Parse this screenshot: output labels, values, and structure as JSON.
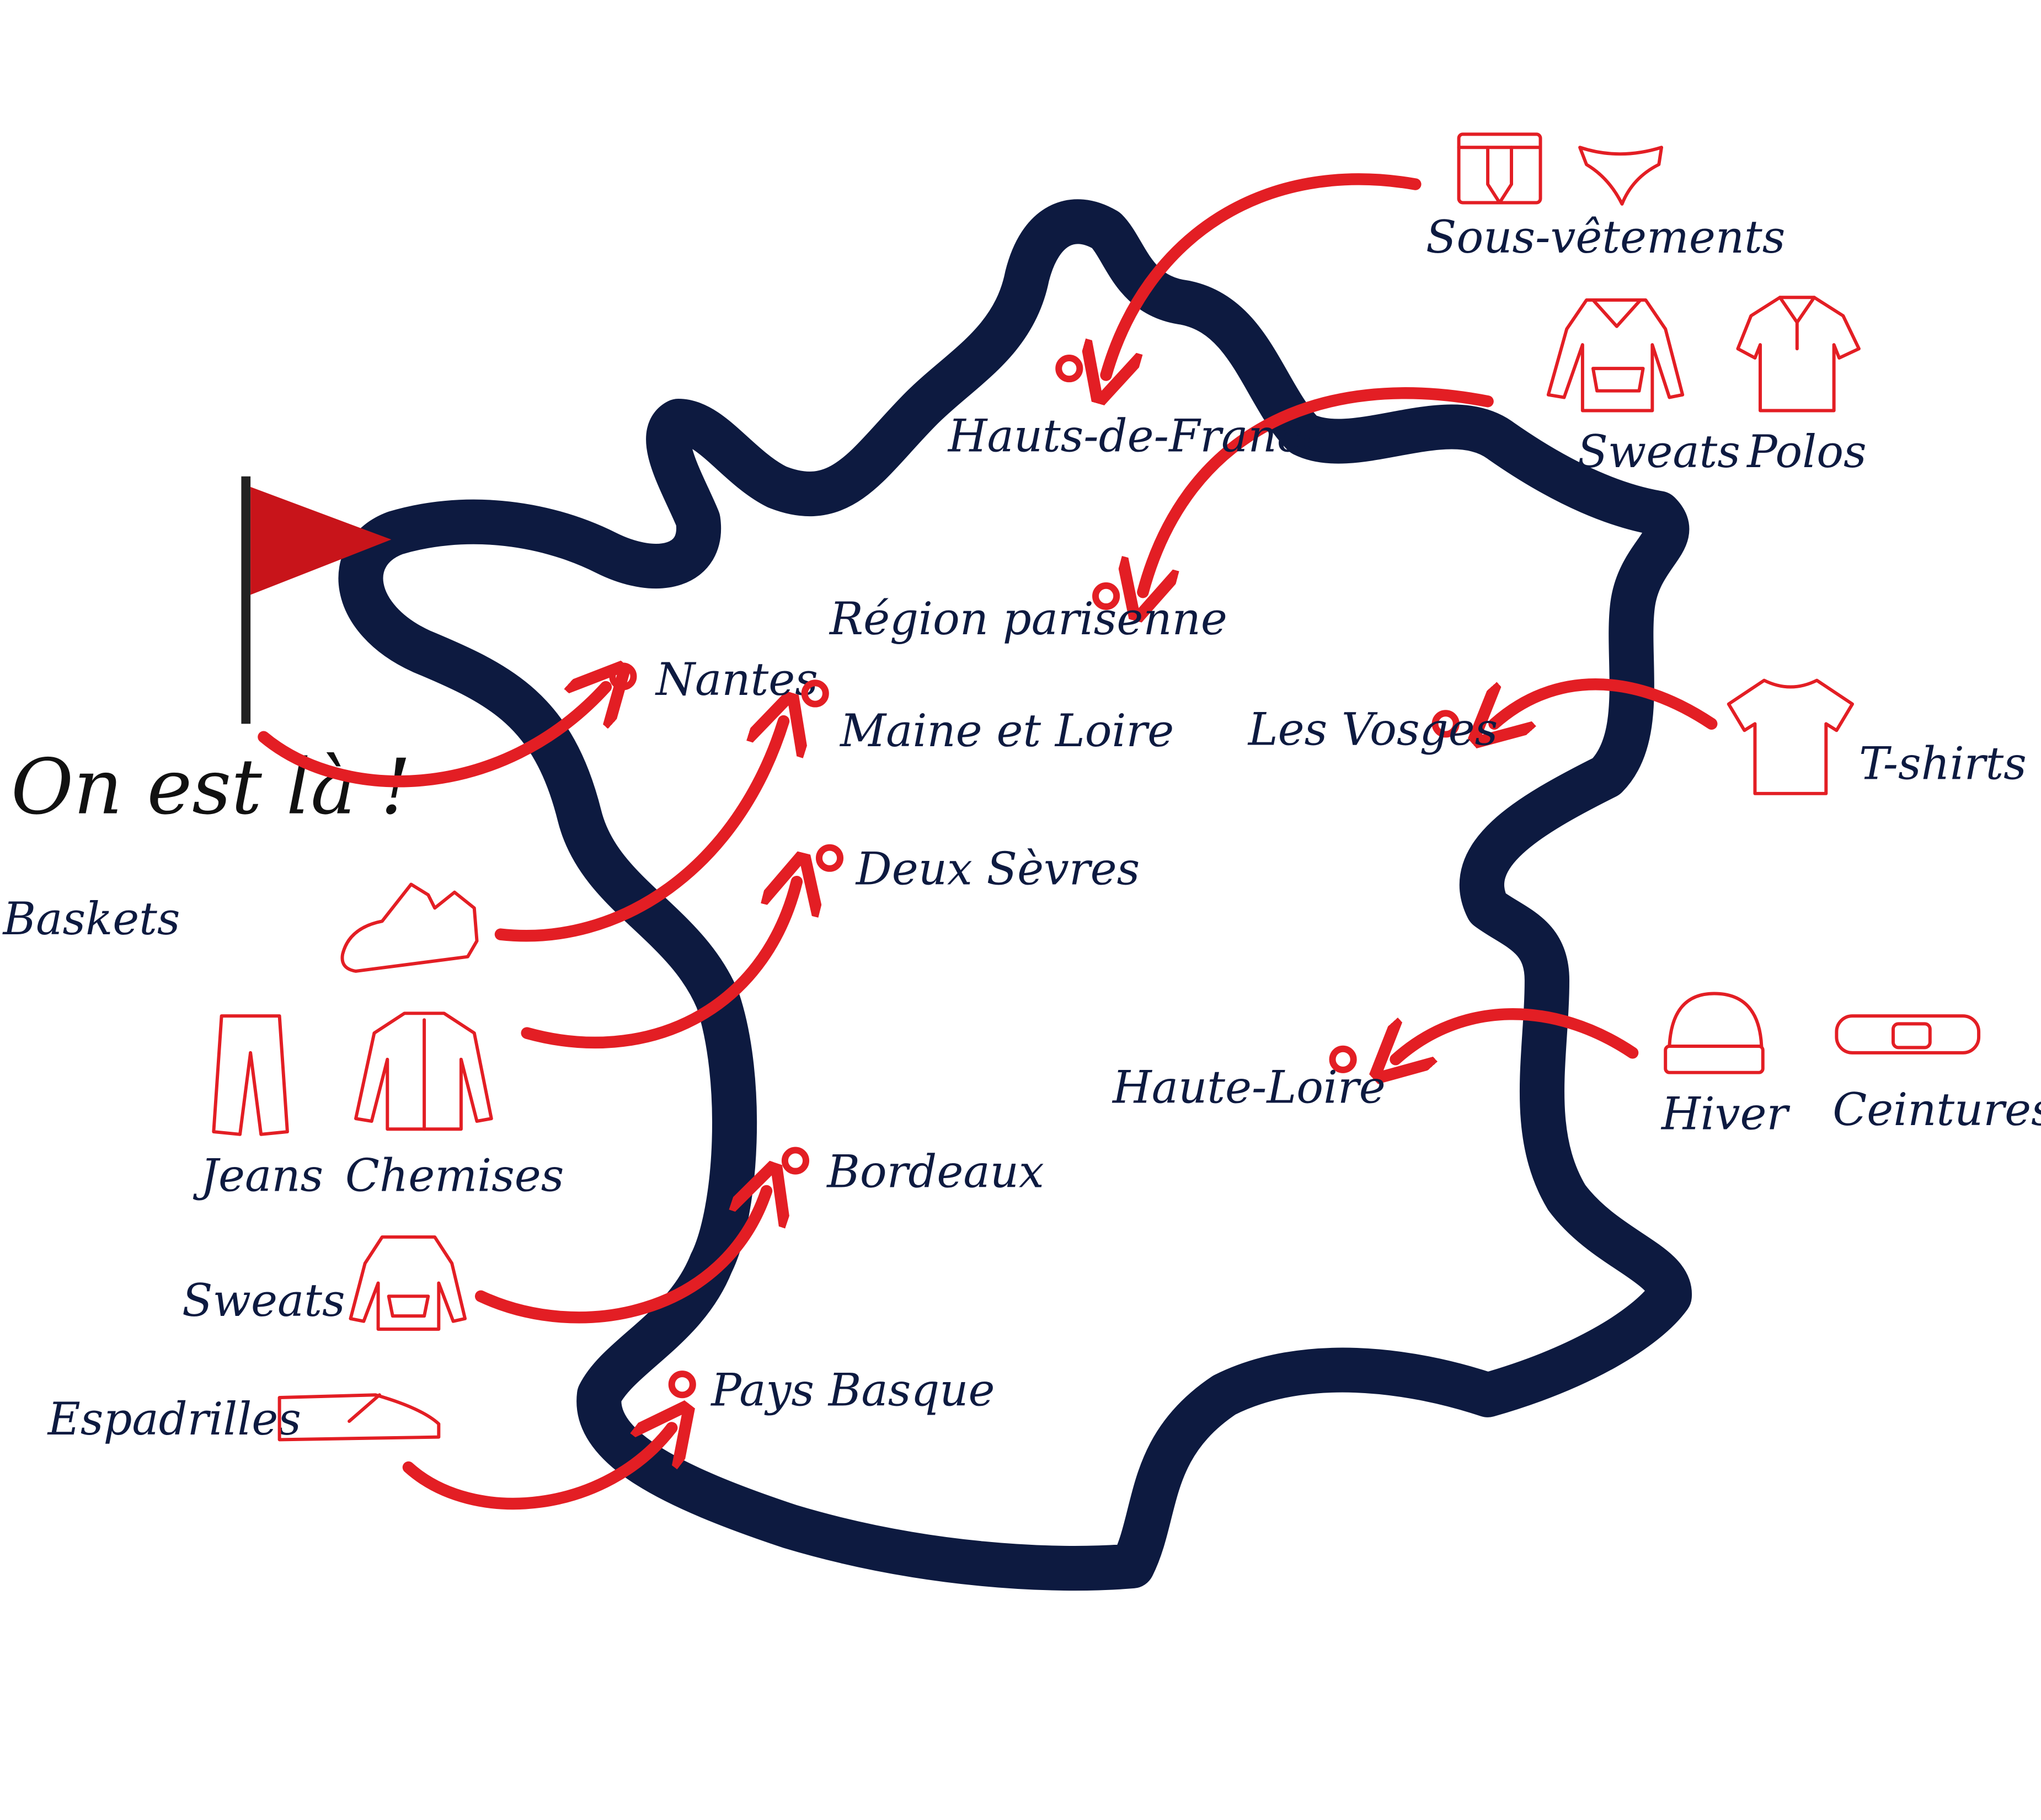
{
  "title": "On est là !",
  "colors": {
    "navy": "#0d1a40",
    "red": "#e31e24",
    "flag": "#c8141a"
  },
  "regions": [
    {
      "name": "Hauts-de-France"
    },
    {
      "name": "Région parisenne"
    },
    {
      "name": "Nantes"
    },
    {
      "name": "Maine et Loire"
    },
    {
      "name": "Deux Sèvres"
    },
    {
      "name": "Les Vosges"
    },
    {
      "name": "Haute-Loire"
    },
    {
      "name": "Bordeaux"
    },
    {
      "name": "Pays Basque"
    }
  ],
  "categories": {
    "sous_vetements": "Sous-vêtements",
    "sweats_right": "Sweats",
    "polos": "Polos",
    "tshirts": "T-shirts",
    "hiver": "Hiver",
    "ceintures": "Ceintures",
    "baskets": "Baskets",
    "jeans": "Jeans",
    "chemises": "Chemises",
    "sweats_left": "Sweats",
    "espadrilles": "Espadrilles"
  }
}
